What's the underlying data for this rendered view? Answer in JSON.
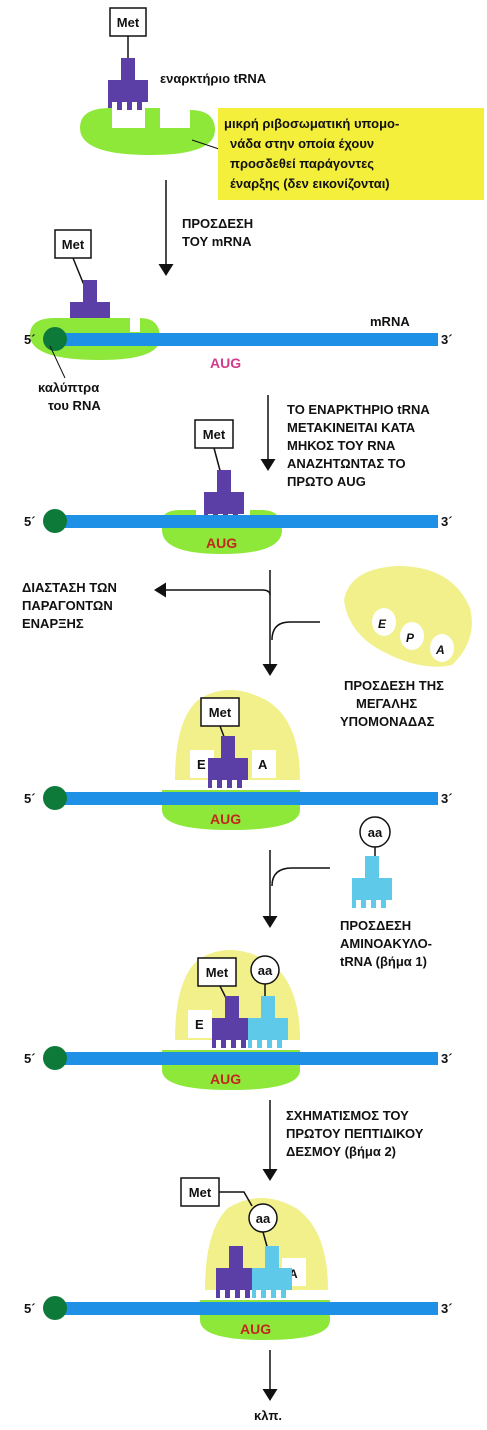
{
  "colors": {
    "mrna": "#1e90e6",
    "cap": "#0e7a3a",
    "small_subunit": "#8ee83a",
    "large_subunit": "#f2f08a",
    "initiator_trna": "#5b3fa6",
    "aminoacyl_trna": "#5ec9e8",
    "aug_step2": "#d23c8c",
    "aug_other": "#c0281e",
    "note_box": "#f4ef3a"
  },
  "labels": {
    "met": "Met",
    "aa": "aa",
    "five_prime": "5´",
    "three_prime": "3´",
    "aug": "AUG",
    "mrna": "mRNA",
    "initiator_trna": "εναρκτήριο tRNA",
    "note_line1": "μικρή ριβοσωματική υπομο-",
    "note_line2": "νάδα στην οποία έχουν",
    "note_line3": "προσδεθεί παράγοντες",
    "note_line4": "έναρξης (δεν εικονίζονται)",
    "step1_line1": "ΠΡΟΣΔΕΣΗ",
    "step1_line2": "ΤΟΥ mRNA",
    "cap_line1": "καλύπτρα",
    "cap_line2": "του RNA",
    "step2_line1": "ΤΟ ΕΝΑΡΚΤΗΡΙΟ tRNA",
    "step2_line2": "ΜΕΤΑΚΙΝΕΙΤΑΙ ΚΑΤΑ",
    "step2_line3": "ΜΗΚΟΣ ΤΟΥ RNA",
    "step2_line4": "ΑΝΑΖΗΤΩΝΤΑΣ ΤΟ",
    "step2_line5": "ΠΡΩΤΟ AUG",
    "dissoc_line1": "ΔΙΑΣΤΑΣΗ ΤΩΝ",
    "dissoc_line2": "ΠΑΡΑΓΟΝΤΩΝ",
    "dissoc_line3": "ΕΝΑΡΞΗΣ",
    "site_e": "E",
    "site_p": "P",
    "site_a": "A",
    "large_line1": "ΠΡΟΣΔΕΣΗ ΤΗΣ",
    "large_line2": "ΜΕΓΑΛΗΣ",
    "large_line3": "ΥΠΟΜΟΝΑΔΑΣ",
    "aatrna_line1": "ΠΡΟΣΔΕΣΗ",
    "aatrna_line2": "ΑΜΙΝΟΑΚΥΛΟ-",
    "aatrna_line3": "tRNA (βήμα 1)",
    "peptide_line1": "ΣΧΗΜΑΤΙΣΜΟΣ ΤΟΥ",
    "peptide_line2": "ΠΡΩΤΟΥ ΠΕΠΤΙΔΙΚΟΥ",
    "peptide_line3": "ΔΕΣΜΟΥ (βήμα 2)",
    "etc": "κλπ."
  }
}
